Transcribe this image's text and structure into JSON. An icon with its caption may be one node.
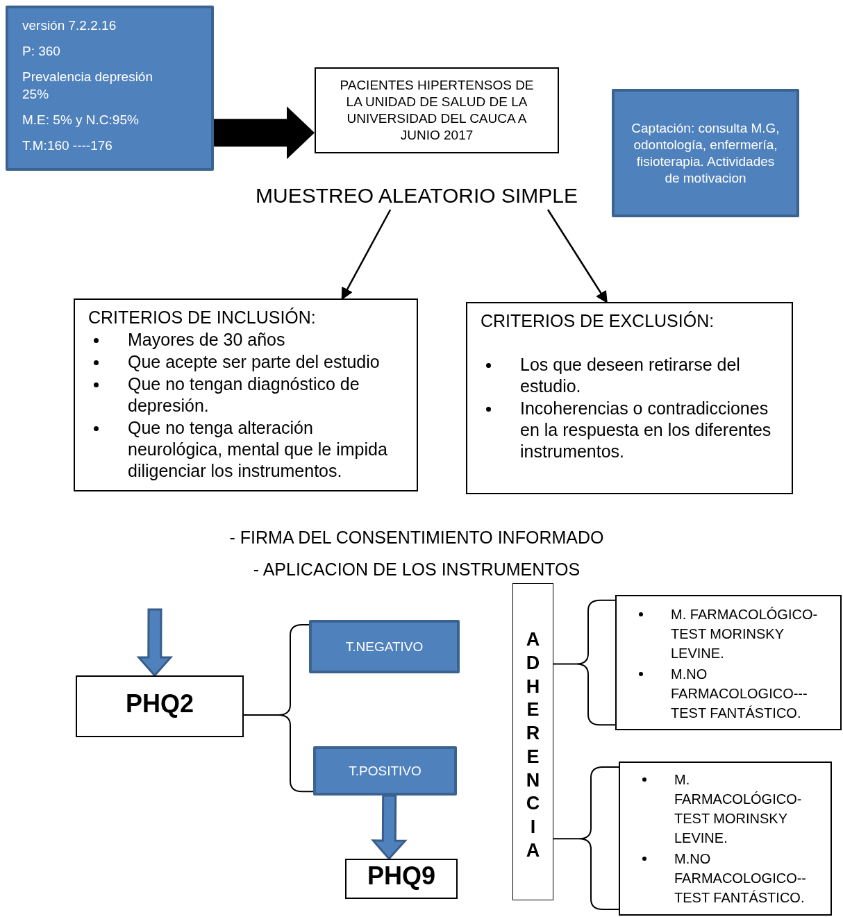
{
  "diagram": {
    "nodes": [
      {
        "text": [
          "versión 7.2.2.16",
          "P: 360",
          "Prevalencia depresión 25%",
          "M.E: 5% y N.C:95%",
          "T.M:160 ----176"
        ]
      },
      {
        "text": [
          "PACIENTES HIPERTENSOS DE LA UNIDAD DE SALUD DE LA UNIVERSIDAD DEL CAUCA A JUNIO 2017"
        ]
      },
      {
        "text": [
          "Captación: consulta M.G, odontología, enfermería, fisioterapia. Actividades de motivacion"
        ]
      },
      {
        "text": [
          "MUESTREO ALEATORIO SIMPLE"
        ]
      },
      {
        "text": [
          "CRITERIOS DE INCLUSIÓN:",
          "Mayores de 30 años",
          "Que acepte ser parte del estudio",
          "Que no tengan diagnóstico de depresión.",
          "Que no tenga alteración neurológica, mental que le impida diligenciar los instrumentos."
        ]
      },
      {
        "text": [
          "CRITERIOS DE EXCLUSIÓN:",
          "Los que deseen retirarse del estudio.",
          "Incoherencias o contradicciones en la respuesta en los diferentes instrumentos."
        ]
      },
      {
        "text": [
          "PHQ2"
        ]
      },
      {
        "text": [
          "T.NEGATIVO"
        ]
      },
      {
        "text": [
          "T.POSITIVO"
        ]
      },
      {
        "text": [
          "PHQ9"
        ]
      },
      {
        "text": [
          "ADHERENCIA"
        ]
      },
      {
        "text": [
          "M. FARMACOLÓGICO- TEST MORINSKY LEVINE.",
          "M.NO FARMACOLOGICO--- TEST FANTÁSTICO."
        ]
      },
      {
        "text": [
          "M. FARMACOLÓGICO- TEST MORINSKY LEVINE.",
          "M.NO FARMACOLOGICO-- TEST FANTÁSTICO."
        ]
      }
    ],
    "edges": [
      {
        "from": 0,
        "to": 1,
        "arrow": "to",
        "style": "thick"
      },
      {
        "from": 3,
        "to": 4,
        "arrow": "to"
      },
      {
        "from": 3,
        "to": 5,
        "arrow": "to"
      },
      {
        "from": null,
        "to": 6,
        "arrow": "to",
        "style": "thick",
        "color": "#4f81bd"
      },
      {
        "from": 6,
        "to": 7,
        "arrow": "none"
      },
      {
        "from": 6,
        "to": 8,
        "arrow": "none"
      },
      {
        "from": 8,
        "to": 9,
        "arrow": "to",
        "style": "thick",
        "color": "#4f81bd"
      },
      {
        "from": 10,
        "to": 11,
        "arrow": "none"
      },
      {
        "from": 10,
        "to": 12,
        "arrow": "none"
      }
    ],
    "labels": [
      "- FIRMA DEL CONSENTIMIENTO INFORMADO",
      "- APLICACION DE LOS INSTRUMENTOS"
    ]
  }
}
